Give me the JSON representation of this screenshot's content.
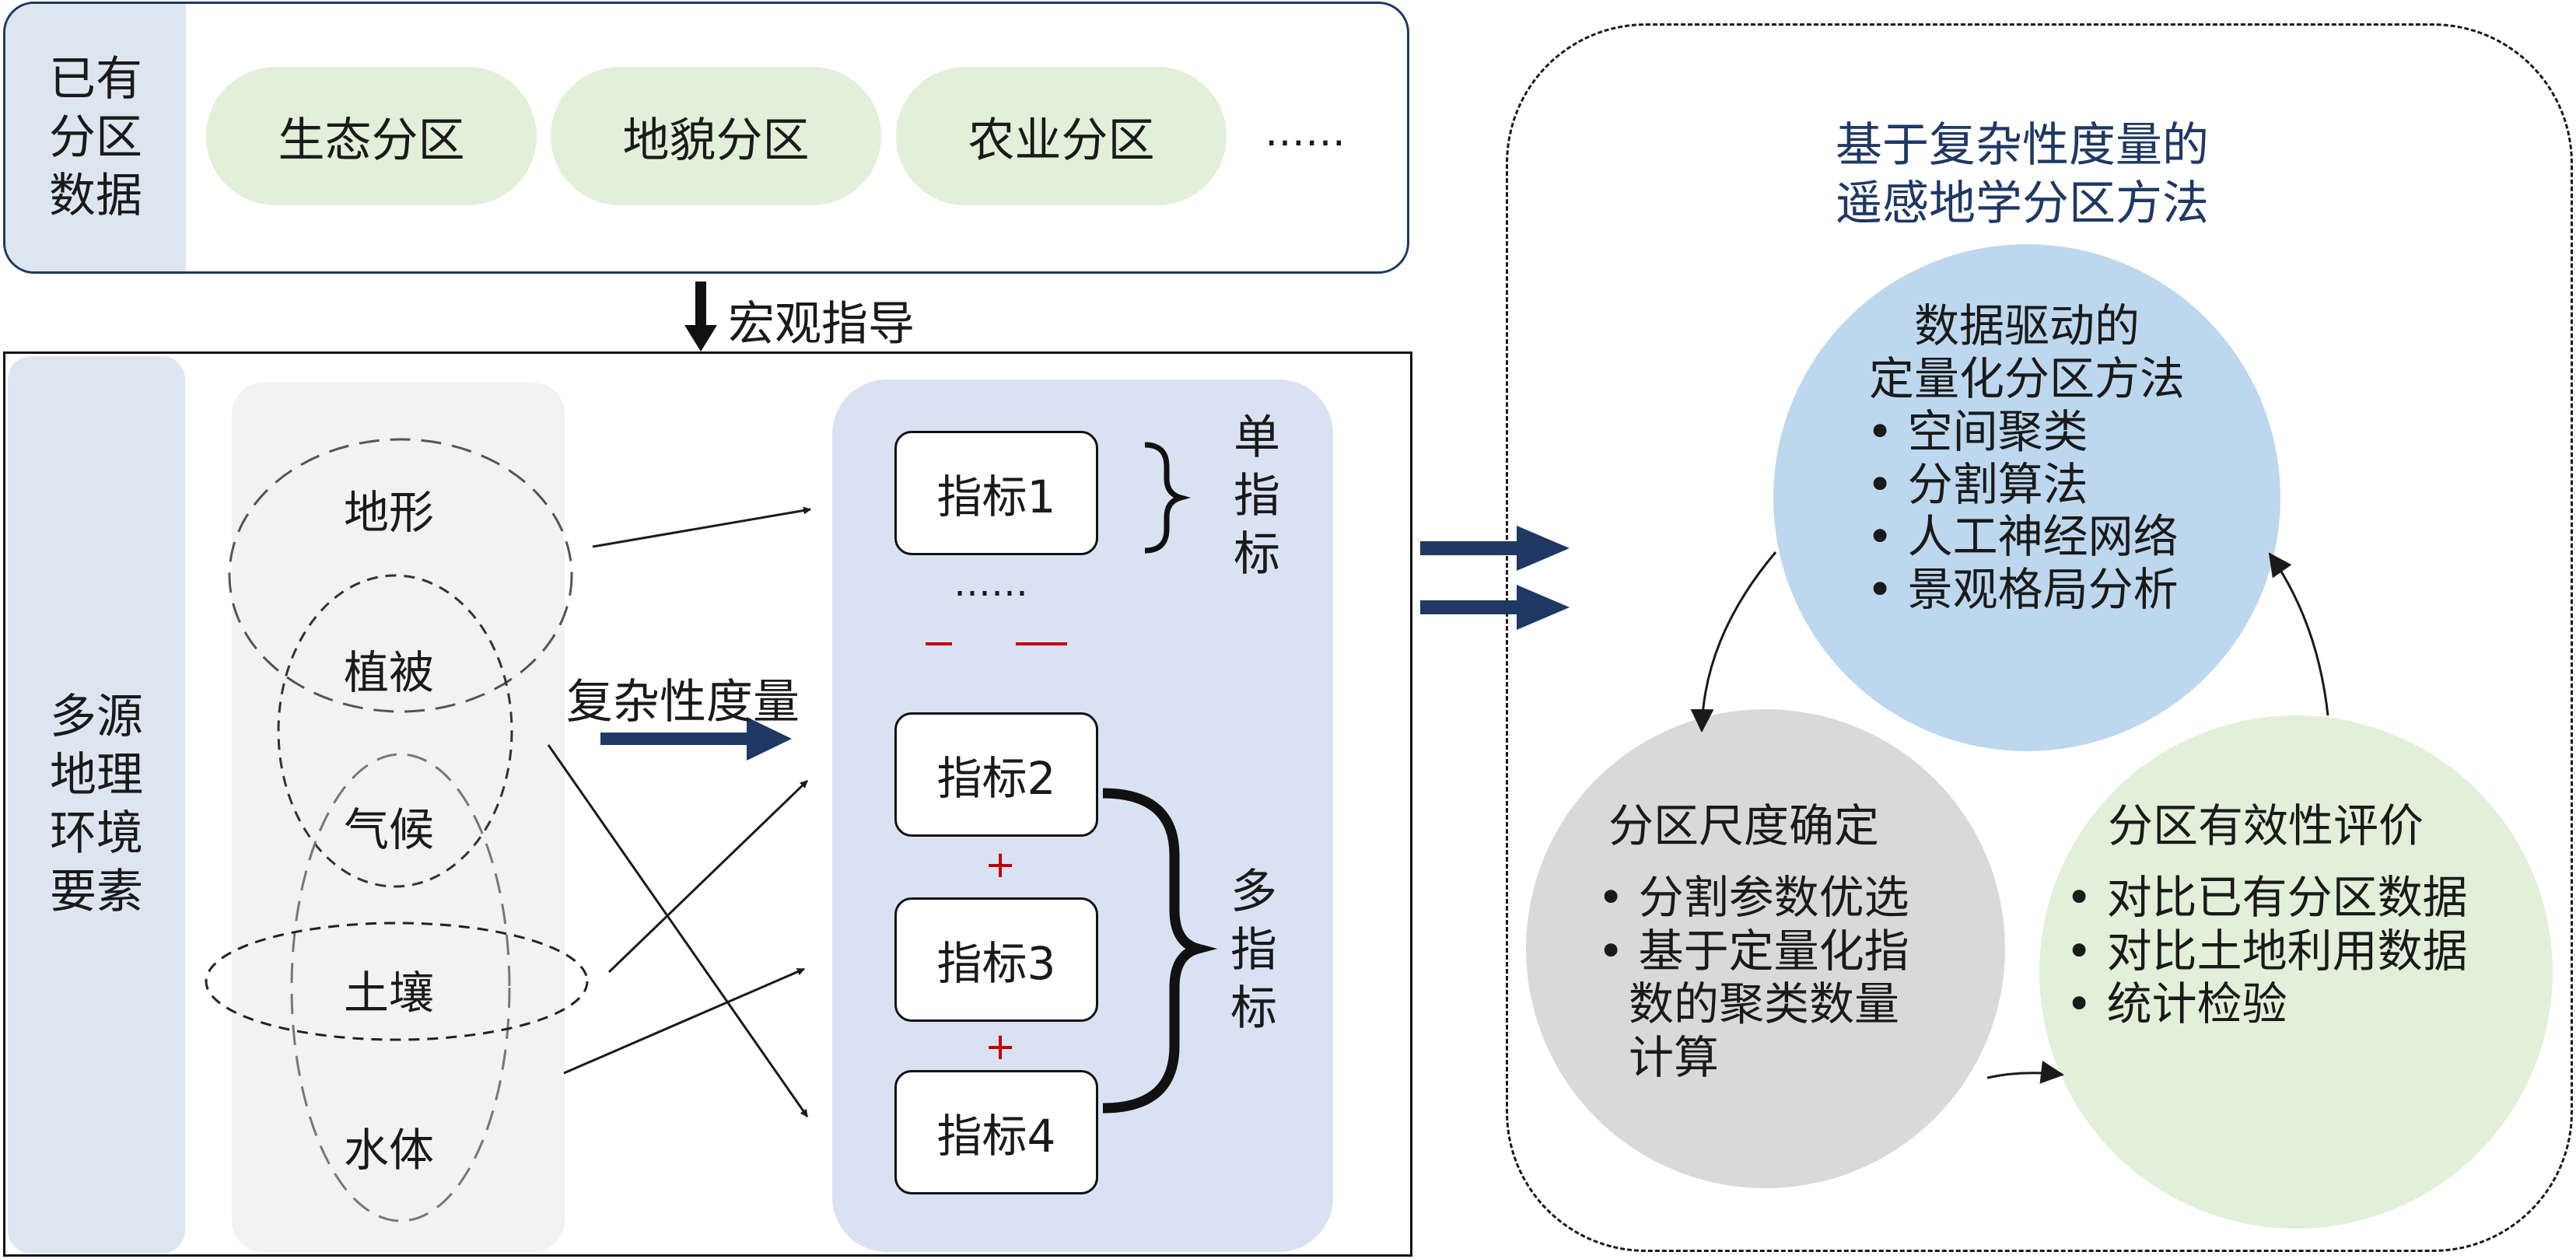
{
  "existing_zoning": {
    "label": "已有分区数据",
    "items": [
      "生态分区",
      "地貌分区",
      "农业分区"
    ],
    "more": "……",
    "colors": {
      "panel_bg": "#dde6f0",
      "pill_bg": "#e2efd9",
      "border": "#1f3864"
    }
  },
  "macro_guidance": "宏观指导",
  "multi_source": {
    "label": "多源地理环境要素",
    "elements": [
      "地形",
      "植被",
      "气候",
      "土壤",
      "水体"
    ],
    "colors": {
      "panel_bg": "#dde6f0",
      "group_bg": "#f2f2f2"
    }
  },
  "complexity_measure": "复杂性度量",
  "indicators": {
    "items": [
      "指标1",
      "指标2",
      "指标3",
      "指标4"
    ],
    "dots": "……",
    "plus": "+",
    "single_label": "单指标",
    "multi_label": "多指标",
    "colors": {
      "panel_bg": "#d9e2f3",
      "dash_red": "#c00000"
    }
  },
  "method": {
    "title_line1": "基于复杂性度量的",
    "title_line2": "遥感地学分区方法",
    "top_circle": {
      "title_line1": "数据驱动的",
      "title_line2": "定量化分区方法",
      "bullets": [
        "空间聚类",
        "分割算法",
        "人工神经网络",
        "景观格局分析"
      ],
      "color": "#bdd7ee"
    },
    "left_circle": {
      "title": "分区尺度确定",
      "bullet1": "分割参数优选",
      "bullet2_lines": [
        "基于定量化指",
        "数的聚类数量",
        "计算"
      ],
      "color": "#d9d9d9"
    },
    "right_circle": {
      "title": "分区有效性评价",
      "bullets": [
        "对比已有分区数据",
        "对比土地利用数据",
        "统计检验"
      ],
      "color": "#e2efd9"
    }
  },
  "accent_color": "#1f3864"
}
